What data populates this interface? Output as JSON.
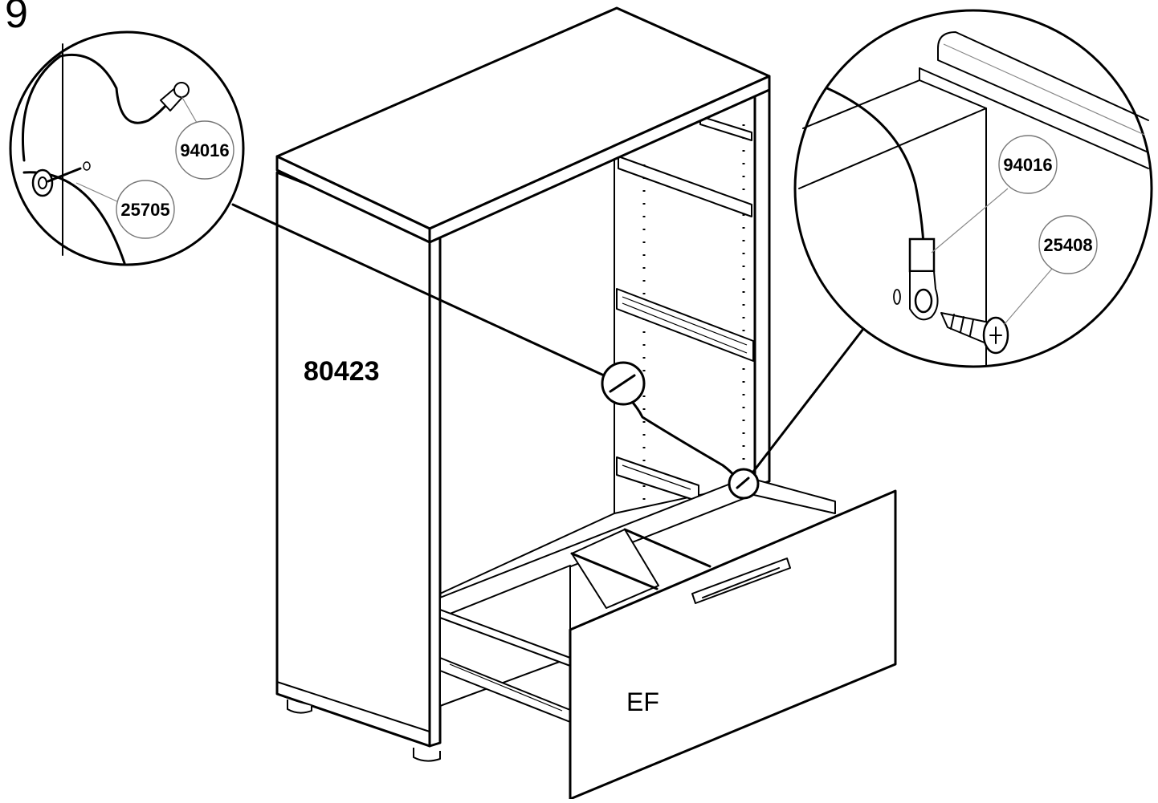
{
  "step_number": "9",
  "parts": {
    "cabinet_panel": "80423",
    "drawer_front": "EF"
  },
  "callouts": {
    "left_cable": "94016",
    "left_screw": "25705",
    "right_cable": "94016",
    "right_screw": "25408"
  }
}
